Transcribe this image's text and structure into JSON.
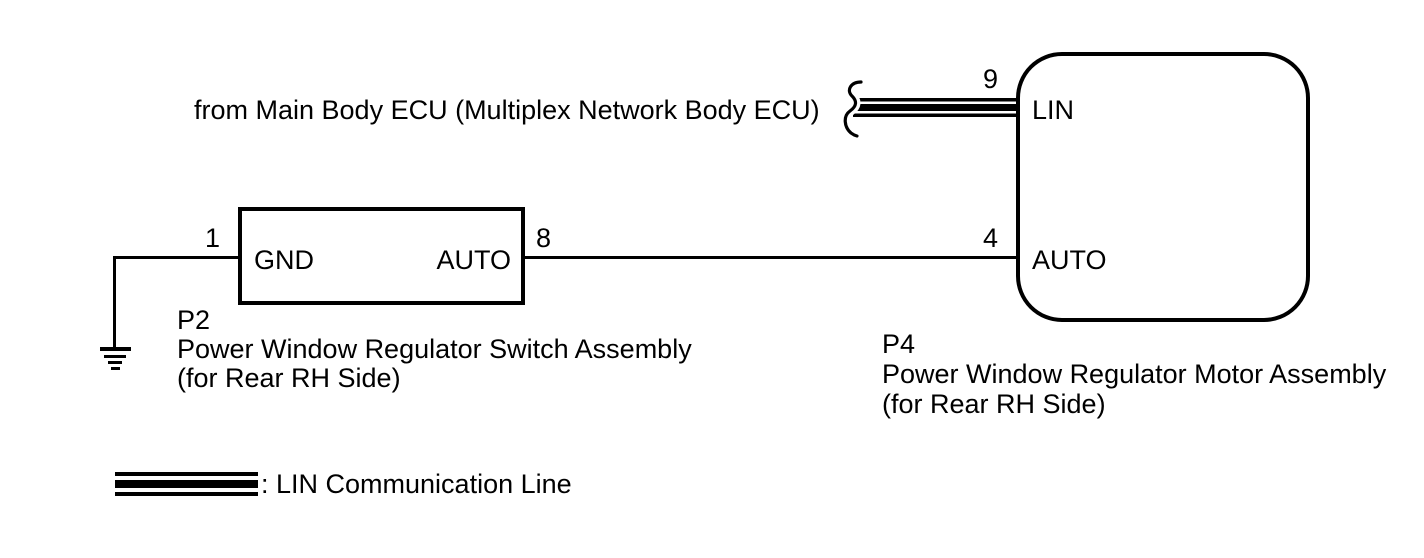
{
  "diagram": {
    "colors": {
      "background": "#ffffff",
      "line": "#000000"
    },
    "from_ecu_label": "from Main Body ECU (Multiplex Network Body ECU)",
    "switch_assembly": {
      "code": "P2",
      "name": "Power Window Regulator Switch Assembly",
      "location": "(for Rear RH Side)",
      "terminal_gnd": "GND",
      "terminal_auto": "AUTO",
      "pin_gnd": "1",
      "pin_auto": "8"
    },
    "motor_assembly": {
      "code": "P4",
      "name": "Power Window Regulator Motor Assembly",
      "location": "(for Rear RH Side)",
      "terminal_lin": "LIN",
      "terminal_auto": "AUTO",
      "pin_lin": "9",
      "pin_auto": "4"
    },
    "connections": [
      {
        "from": "ground",
        "to": "P2 pin 1 GND",
        "type": "wire"
      },
      {
        "from": "P2 pin 8 AUTO",
        "to": "P4 pin 4 AUTO",
        "type": "wire"
      },
      {
        "from": "Main Body ECU (Multiplex Network Body ECU)",
        "to": "P4 pin 9 LIN",
        "type": "lin"
      }
    ],
    "legend": {
      "lin_label": ": LIN Communication Line"
    }
  }
}
